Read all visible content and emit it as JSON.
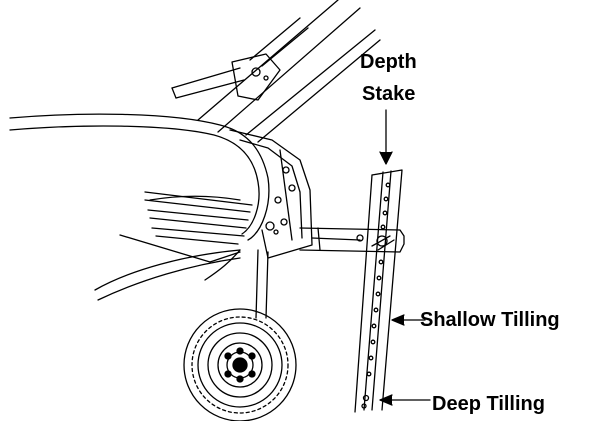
{
  "labels": {
    "depth_stake_line1": "Depth",
    "depth_stake_line2": "Stake",
    "shallow_tilling": "Shallow Tilling",
    "deep_tilling": "Deep Tilling"
  },
  "colors": {
    "ink": "#000000",
    "paper": "#ffffff"
  }
}
